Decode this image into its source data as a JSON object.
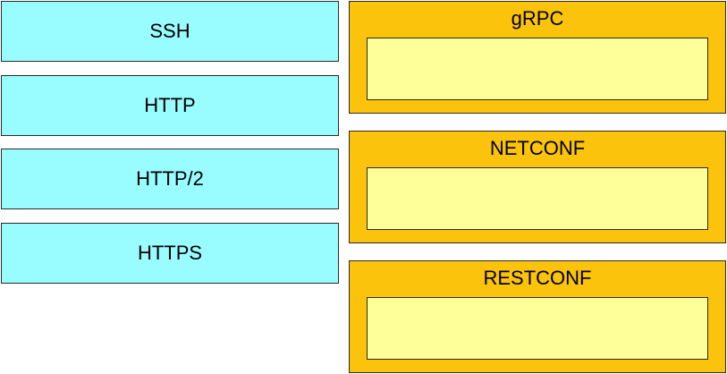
{
  "sources": [
    {
      "id": "ssh",
      "label": "SSH"
    },
    {
      "id": "http",
      "label": "HTTP"
    },
    {
      "id": "http2",
      "label": "HTTP/2"
    },
    {
      "id": "https",
      "label": "HTTPS"
    }
  ],
  "targets": [
    {
      "id": "grpc",
      "label": "gRPC"
    },
    {
      "id": "netconf",
      "label": "NETCONF"
    },
    {
      "id": "restconf",
      "label": "RESTCONF"
    }
  ],
  "colors": {
    "source_fill": "#99fdff",
    "target_fill": "#fbc30b",
    "drop_zone_fill": "#ffff99",
    "border": "#2a2a2a"
  }
}
